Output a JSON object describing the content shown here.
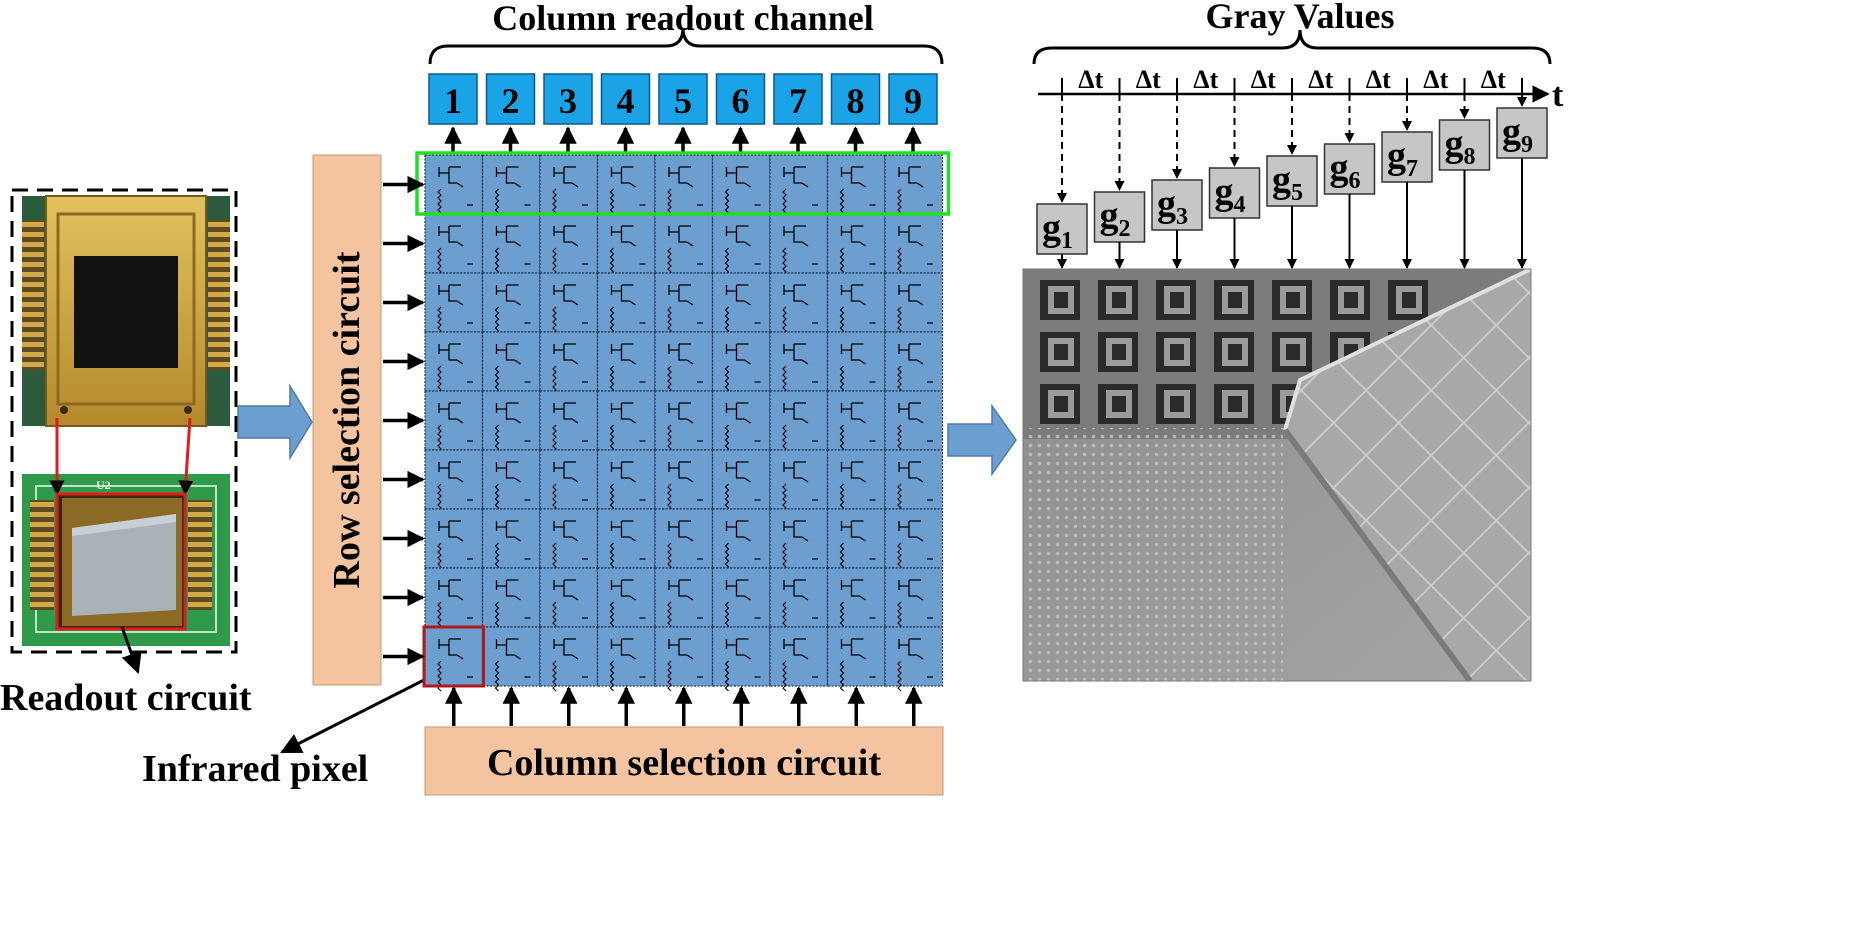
{
  "left_panel": {
    "readout_label": "Readout circuit",
    "pixel_label": "Infrared pixel",
    "package_pcb_marking": "U2"
  },
  "array": {
    "top_title": "Column readout channel",
    "row_selection_label": "Row selection circuit",
    "column_selection_label": "Column selection circuit",
    "channel_numbers": [
      "1",
      "2",
      "3",
      "4",
      "5",
      "6",
      "7",
      "8",
      "9"
    ],
    "rows": 9,
    "cols": 9,
    "highlighted_row_color": "#22dd22",
    "highlighted_pixel_color": "#b01a1a",
    "cell_color": "#6d9ed0",
    "channel_color": "#1aa3e6",
    "selection_circuit_color": "#f3c49f"
  },
  "gray": {
    "title": "Gray Values",
    "axis_label": "t",
    "interval_label": "Δt",
    "intervals": 8,
    "values": [
      {
        "base": "g",
        "sub": "1"
      },
      {
        "base": "g",
        "sub": "2"
      },
      {
        "base": "g",
        "sub": "3"
      },
      {
        "base": "g",
        "sub": "4"
      },
      {
        "base": "g",
        "sub": "5"
      },
      {
        "base": "g",
        "sub": "6"
      },
      {
        "base": "g",
        "sub": "7"
      },
      {
        "base": "g",
        "sub": "8"
      },
      {
        "base": "g",
        "sub": "9"
      }
    ]
  },
  "colors": {
    "flow_arrow": "#6d9ed0",
    "gvalue_box": "#c6c6c6",
    "red_outline": "#e21b1b"
  }
}
